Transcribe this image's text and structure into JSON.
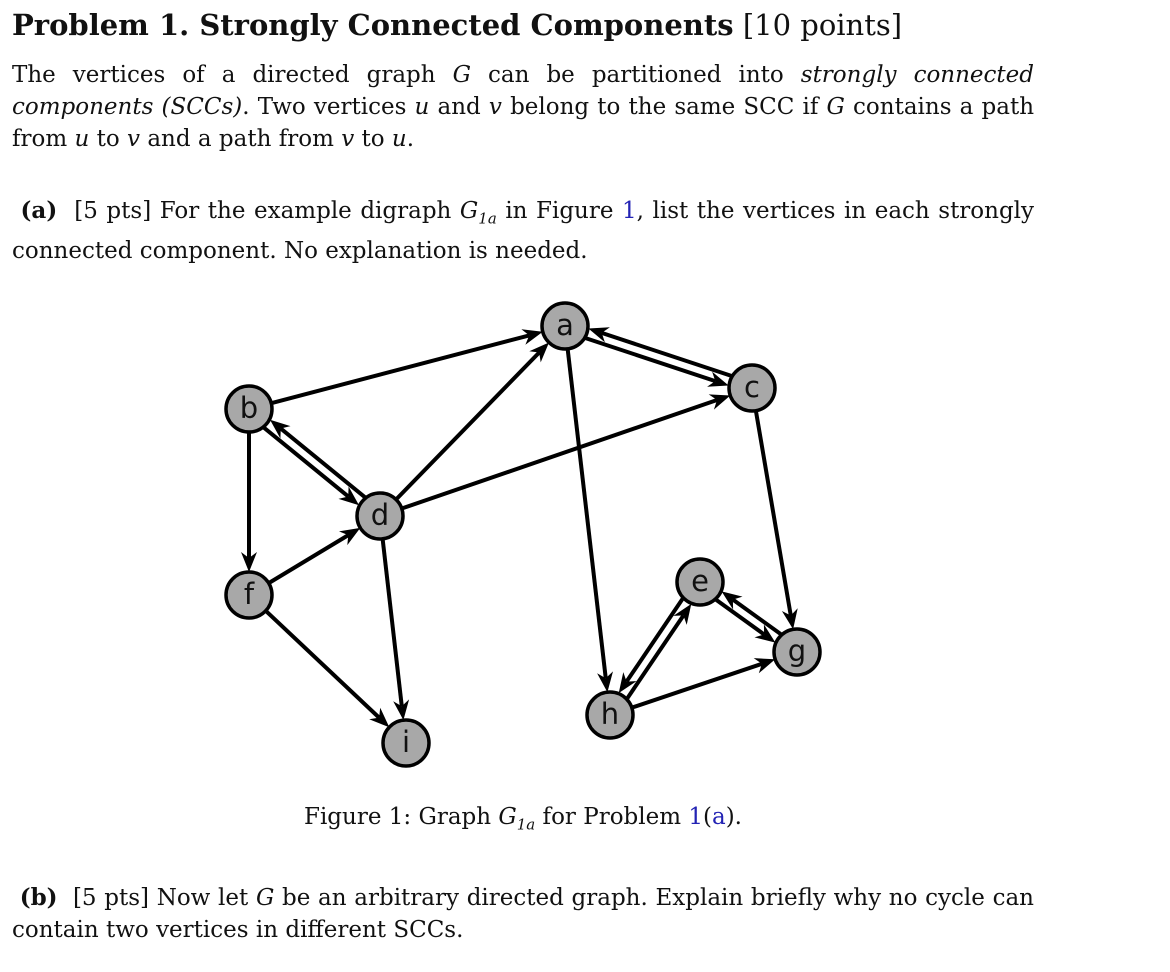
{
  "problem": {
    "title_bold": "Problem 1. Strongly Connected Components",
    "title_points": "[10 points]"
  },
  "intro": {
    "t1": "The vertices of a directed graph ",
    "G": "G",
    "t2": " can be partitioned into ",
    "scc_italic": "strongly connected components (SCCs)",
    "t3": ". Two vertices ",
    "u": "u",
    "t4": " and ",
    "v": "v",
    "t5": " belong to the same SCC if ",
    "G2": "G",
    "t6": " contains a path from ",
    "u2": "u",
    "t7": " to ",
    "v2": "v",
    "t8": " and a path from ",
    "v3": "v",
    "t9": " to ",
    "u3": "u",
    "t10": "."
  },
  "part_a": {
    "label": "(a)",
    "pts": "[5 pts]",
    "t1": " For the example digraph ",
    "G": "G",
    "sub": "1a",
    "t2": " in Figure ",
    "fig_ref": "1",
    "t3": ", list the vertices in each strongly connected component. No explanation is needed."
  },
  "figure": {
    "caption_prefix": "Figure 1: Graph ",
    "G": "G",
    "sub": "1a",
    "caption_mid": " for Problem ",
    "ref_num": "1",
    "ref_open": "(",
    "ref_letter": "a",
    "ref_close": ").",
    "node_fill": "#a8a8a8",
    "nodes": [
      {
        "id": "a",
        "label": "a"
      },
      {
        "id": "b",
        "label": "b"
      },
      {
        "id": "c",
        "label": "c"
      },
      {
        "id": "d",
        "label": "d"
      },
      {
        "id": "e",
        "label": "e"
      },
      {
        "id": "f",
        "label": "f"
      },
      {
        "id": "g",
        "label": "g"
      },
      {
        "id": "h",
        "label": "h"
      },
      {
        "id": "i",
        "label": "i"
      }
    ],
    "edges": [
      {
        "from": "b",
        "to": "a"
      },
      {
        "from": "a",
        "to": "c"
      },
      {
        "from": "c",
        "to": "a"
      },
      {
        "from": "b",
        "to": "d"
      },
      {
        "from": "d",
        "to": "b"
      },
      {
        "from": "d",
        "to": "a"
      },
      {
        "from": "d",
        "to": "c"
      },
      {
        "from": "b",
        "to": "f"
      },
      {
        "from": "f",
        "to": "d"
      },
      {
        "from": "f",
        "to": "i"
      },
      {
        "from": "d",
        "to": "i"
      },
      {
        "from": "a",
        "to": "h"
      },
      {
        "from": "c",
        "to": "g"
      },
      {
        "from": "h",
        "to": "e"
      },
      {
        "from": "e",
        "to": "h"
      },
      {
        "from": "e",
        "to": "g"
      },
      {
        "from": "g",
        "to": "e"
      },
      {
        "from": "h",
        "to": "g"
      }
    ]
  },
  "part_b": {
    "label": "(b)",
    "pts": "[5 pts]",
    "t1": " Now let ",
    "G": "G",
    "t2": " be an arbitrary directed graph. Explain briefly why no cycle can contain two vertices in different SCCs."
  }
}
